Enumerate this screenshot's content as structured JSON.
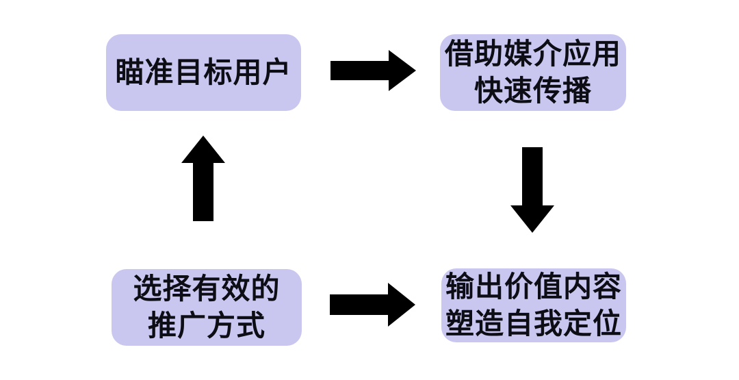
{
  "diagram": {
    "title": "promotion-strategy-cycle",
    "colors": {
      "background": "#ffffff",
      "node_fill": "#c9c6ef",
      "node_text": "#0d0d15",
      "arrow": "#000000"
    },
    "nodes": [
      {
        "id": "target-users",
        "lines": [
          "瞄准目标用户",
          ""
        ]
      },
      {
        "id": "media-spread",
        "lines": [
          "借助媒介应用",
          "快速传播"
        ]
      },
      {
        "id": "promotion-method",
        "lines": [
          "选择有效的",
          "推广方式"
        ]
      },
      {
        "id": "value-content",
        "lines": [
          "输出价值内容",
          "塑造自我定位"
        ]
      }
    ],
    "arrows": [
      {
        "id": "arrow-top",
        "direction": "right",
        "from": "target-users",
        "to": "media-spread"
      },
      {
        "id": "arrow-right",
        "direction": "down",
        "from": "media-spread",
        "to": "value-content"
      },
      {
        "id": "arrow-bottom",
        "direction": "right",
        "from": "promotion-method",
        "to": "value-content"
      },
      {
        "id": "arrow-left",
        "direction": "up",
        "from": "promotion-method",
        "to": "target-users"
      }
    ]
  }
}
